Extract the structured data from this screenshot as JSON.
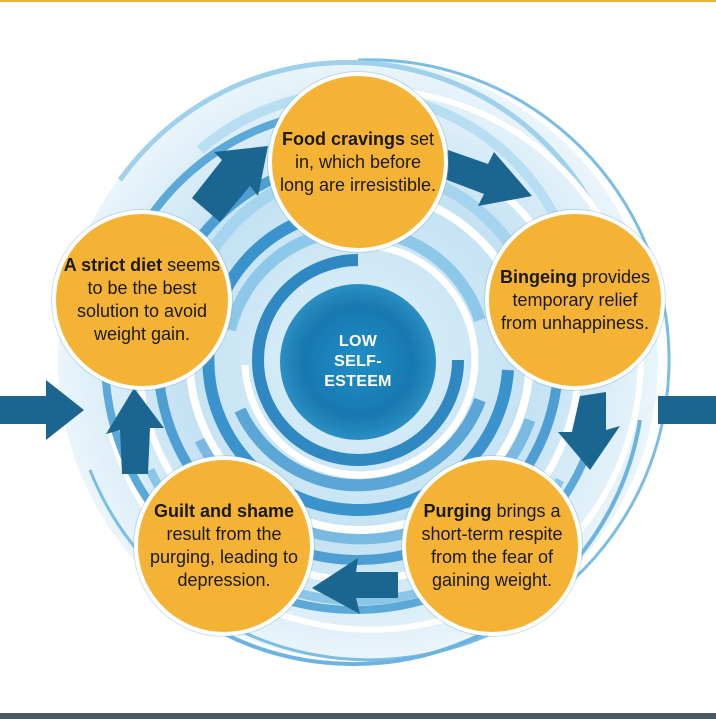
{
  "center": {
    "line1": "LOW",
    "line2": "SELF-",
    "line3": "ESTEEM"
  },
  "steps": [
    {
      "bold": "Food cravings",
      "rest": " set in, which before long are irresistible."
    },
    {
      "bold": "Bingeing",
      "rest": " provides temporary relief from unhappiness."
    },
    {
      "bold": "Purging",
      "rest": " brings a short-term respite from the fear of gaining weight."
    },
    {
      "bold": "Guilt and shame",
      "rest": " result from the purging, leading to depression."
    },
    {
      "bold": "A strict diet",
      "rest": " seems to be the best solution to avoid weight gain."
    }
  ],
  "colors": {
    "node_fill": "#f5b335",
    "node_stroke": "#ffffff",
    "arrow": "#1b6591",
    "swirl_dark": "#1b6ea3",
    "swirl_light": "#cfe6f4",
    "top_rule": "#e8b43e",
    "bottom_rule": "#4a5961"
  }
}
